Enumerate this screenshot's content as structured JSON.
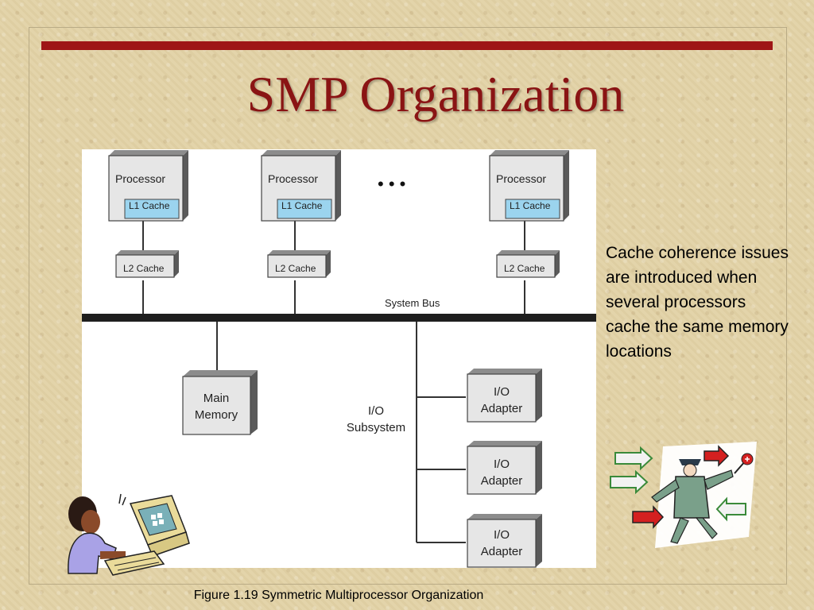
{
  "slide": {
    "title": "SMP Organization",
    "side_text": "Cache coherence issues are introduced when several processors cache the same memory locations",
    "caption": "Figure 1.19 Symmetric Multiprocessor Organization"
  },
  "diagram": {
    "processor_label": "Processor",
    "l1_label": "L1 Cache",
    "l2_label": "L2 Cache",
    "ellipsis": "• • •",
    "bus_label": "System Bus",
    "memory_label_line1": "Main",
    "memory_label_line2": "Memory",
    "io_subsystem_line1": "I/O",
    "io_subsystem_line2": "Subsystem",
    "io_adapter_line1": "I/O",
    "io_adapter_line2": "Adapter"
  },
  "colors": {
    "title": "#8a1414",
    "accent_bar": "#9e1616",
    "l1_cache_fill": "#9bd4ee",
    "box_fill": "#e6e6e6"
  }
}
